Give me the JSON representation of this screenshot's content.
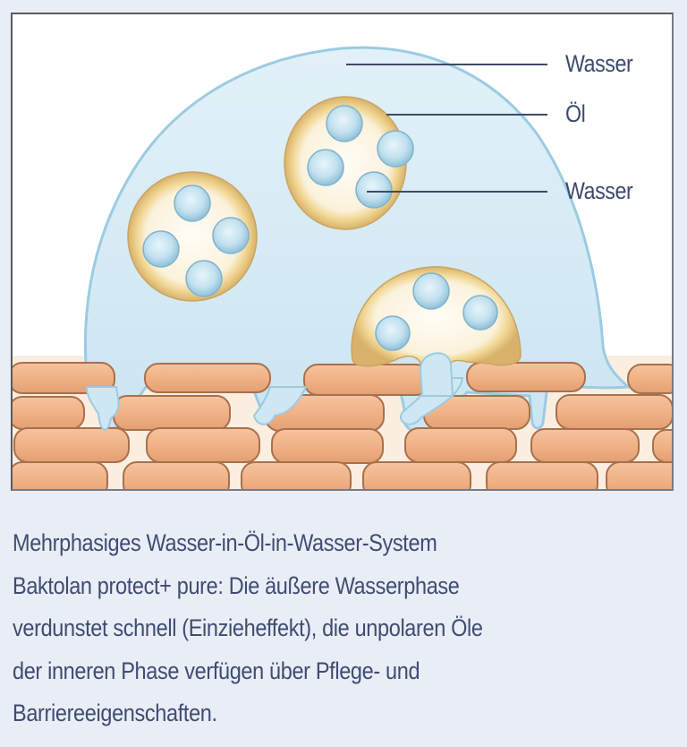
{
  "figure": {
    "labels": [
      {
        "id": "outer-water",
        "text": "Wasser",
        "line_start": [
          385,
          70
        ],
        "line_end": [
          610,
          70
        ]
      },
      {
        "id": "oil",
        "text": "Öl",
        "line_start": [
          430,
          126
        ],
        "line_end": [
          610,
          126
        ]
      },
      {
        "id": "inner-water",
        "text": "Wasser",
        "line_start": [
          408,
          212
        ],
        "line_end": [
          610,
          212
        ]
      }
    ],
    "colors": {
      "background": "#e9edf5",
      "water": "#cfe6f3",
      "water_edge": "#9ccbe2",
      "oil_ring": "#efd28c",
      "oil_fill": "#fdf7ea",
      "droplet": "#bfe0ef",
      "brick": "#f0b58c",
      "brick_edge": "#b07450",
      "mortar": "#fbeee0",
      "text": "#3f4c72"
    }
  },
  "caption": {
    "lines": [
      "Mehrphasiges Wasser-in-Öl-in-Wasser-System",
      "Baktolan protect+ pure: Die äußere Wasserphase",
      "verdunstet schnell (Einzieheffekt), die unpolaren Öle",
      "der inneren Phase verfügen über Pflege- und",
      "Barriereeigenschaften."
    ]
  }
}
